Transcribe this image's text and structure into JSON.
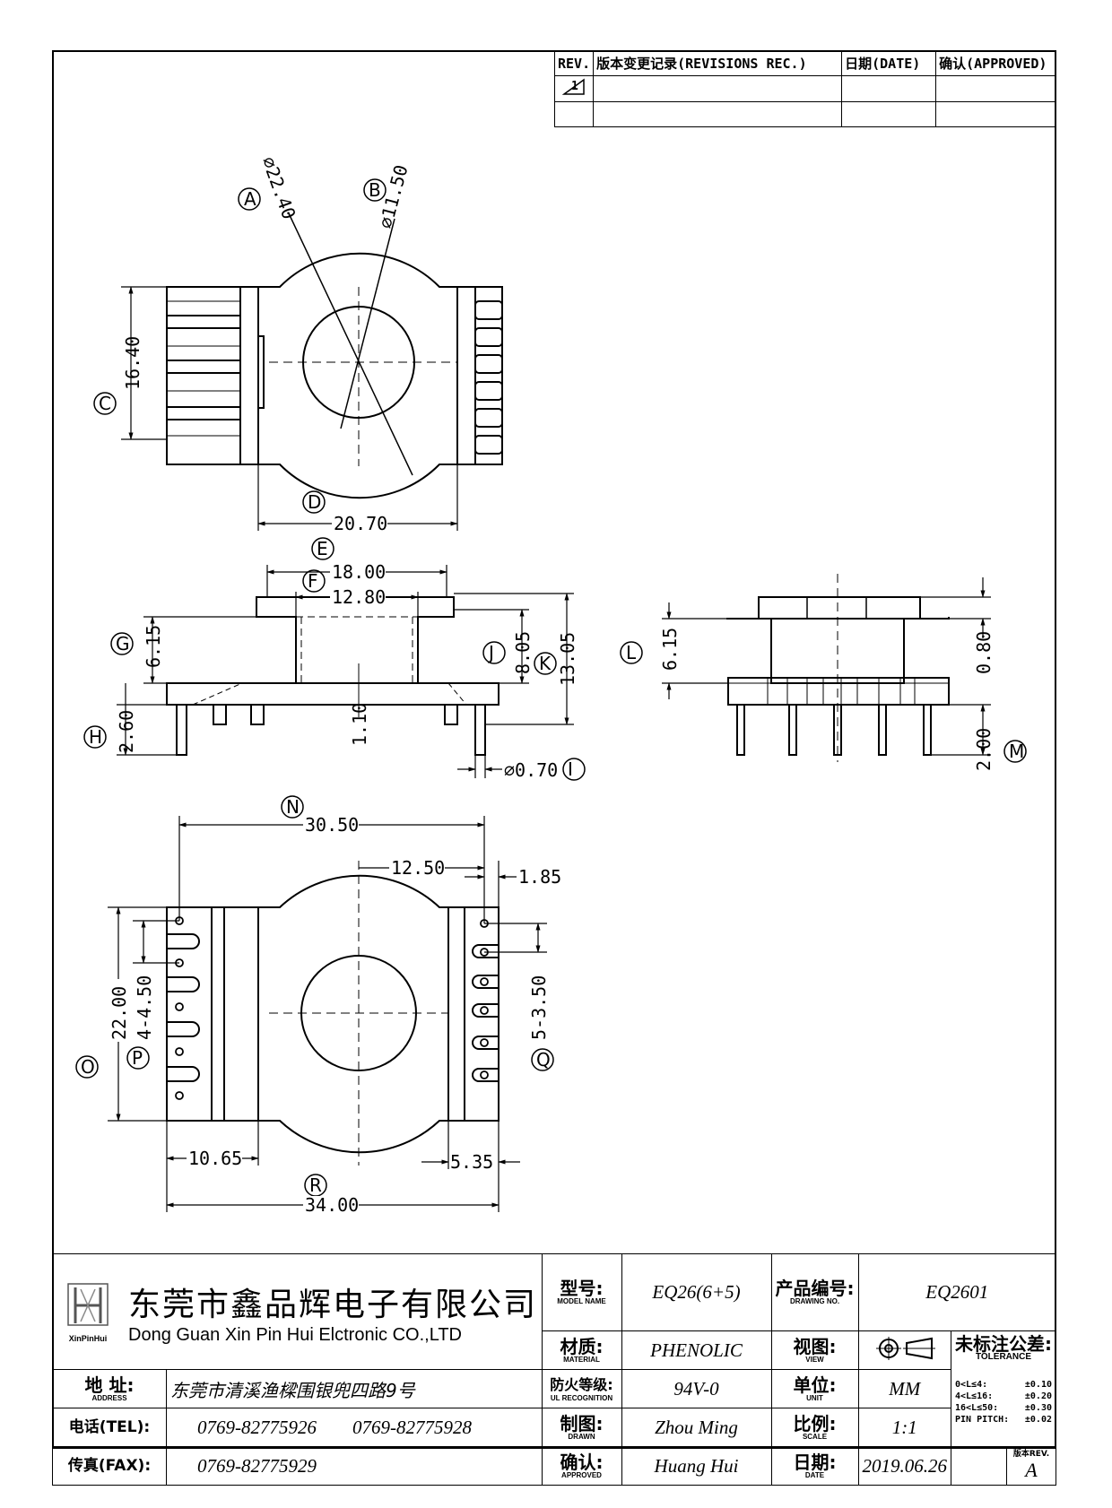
{
  "revision_table": {
    "headers": [
      "REV.",
      "版本变更记录(REVISIONS REC.)",
      "日期(DATE)",
      "确认(APPROVED)"
    ],
    "row1_rev": "1"
  },
  "dimensions": {
    "A_label": "A",
    "A_value": "⌀22.40",
    "B_label": "B",
    "B_value": "⌀11.50",
    "C_label": "C",
    "C_value": "16.40",
    "D_label": "D",
    "D_value": "20.70",
    "E_label": "E",
    "E_value": "18.00",
    "F_label": "F",
    "F_value": "12.80",
    "G_label": "G",
    "G_value": "6.15",
    "H_label": "H",
    "H_value": "2.60",
    "center_value": "1.10",
    "I_label": "I",
    "I_value": "⌀0.70",
    "J_label": "J",
    "J_value": "8.05",
    "K_label": "K",
    "K_value": "13.05",
    "L_label": "L",
    "L_value": "6.15",
    "M_label": "M",
    "M_value": "2.00",
    "side_gap_value": "0.80",
    "N_label": "N",
    "N_value": "30.50",
    "offset_value": "12.50",
    "edge_value": "1.85",
    "O_label": "O",
    "O_value": "22.00",
    "P_label": "P",
    "P_value": "4-4.50",
    "Q_label": "Q",
    "Q_value": "5-3.50",
    "R_label": "R",
    "R_value": "34.00",
    "left_width_value": "10.65",
    "right_width_value": "5.35"
  },
  "title_block": {
    "company_cn": "东莞市鑫品辉电子有限公司",
    "company_en": "Dong Guan Xin Pin Hui Elctronic CO.,LTD",
    "logo_text": "XinPinHui",
    "address_label_cn": "地 址:",
    "address_label_en": "ADDRESS",
    "address_value": "东莞市清溪渔樑围银兜四路9号",
    "tel_label": "电话(TEL):",
    "tel_value1": "0769-82775926",
    "tel_value2": "0769-82775928",
    "fax_label": "传真(FAX):",
    "fax_value": "0769-82775929",
    "model_label_cn": "型号:",
    "model_label_en": "MODEL NAME",
    "model_value": "EQ26(6+5)",
    "material_label_cn": "材质:",
    "material_label_en": "MATERIAL",
    "material_value": "PHENOLIC",
    "ul_label_cn": "防火等级:",
    "ul_label_en": "UL RECOGNITION",
    "ul_value": "94V-0",
    "drawn_label_cn": "制图:",
    "drawn_label_en": "DRAWN",
    "drawn_value": "Zhou Ming",
    "approved_label_cn": "确认:",
    "approved_label_en": "APPROVED",
    "approved_value": "Huang Hui",
    "drawing_no_label_cn": "产品编号:",
    "drawing_no_label_en": "DRAWING NO.",
    "drawing_no_value": "EQ2601",
    "view_label_cn": "视图:",
    "view_label_en": "VIEW",
    "unit_label_cn": "单位:",
    "unit_label_en": "UNIT",
    "unit_value": "MM",
    "scale_label_cn": "比例:",
    "scale_label_en": "SCALE",
    "scale_value": "1:1",
    "date_label_cn": "日期:",
    "date_label_en": "DATE",
    "date_value": "2019.06.26",
    "tolerance_label_cn": "未标注公差:",
    "tolerance_label_en": "TOLERANCE",
    "tolerance_rows": [
      {
        "range": "0<L≤4:",
        "value": "±0.10"
      },
      {
        "range": "4<L≤16:",
        "value": "±0.20"
      },
      {
        "range": "16<L≤50:",
        "value": "±0.30"
      },
      {
        "range": "PIN PITCH:",
        "value": "±0.02"
      }
    ],
    "version_label": "版本REV.",
    "version_value": "A"
  }
}
